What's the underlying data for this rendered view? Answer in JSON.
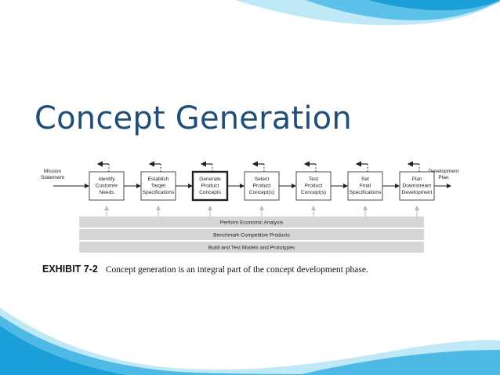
{
  "slide": {
    "title": "Concept Generation",
    "colors": {
      "title": "#1f4e79",
      "wave_dark": "#1a9fd8",
      "wave_light": "#bfe9f7"
    }
  },
  "diagram": {
    "start_label_lines": [
      "Mission",
      "Statement"
    ],
    "end_label_lines": [
      "Development",
      "Plan"
    ],
    "steps": [
      {
        "lines": [
          "Identify",
          "Customer",
          "Needs"
        ],
        "highlighted": false
      },
      {
        "lines": [
          "Establish",
          "Target",
          "Specifications"
        ],
        "highlighted": false
      },
      {
        "lines": [
          "Generate",
          "Product",
          "Concepts"
        ],
        "highlighted": true
      },
      {
        "lines": [
          "Select",
          "Product",
          "Concept(s)"
        ],
        "highlighted": false
      },
      {
        "lines": [
          "Test",
          "Product",
          "Concept(s)"
        ],
        "highlighted": false
      },
      {
        "lines": [
          "Set",
          "Final",
          "Specifications"
        ],
        "highlighted": false
      },
      {
        "lines": [
          "Plan",
          "Downstream",
          "Development"
        ],
        "highlighted": false
      }
    ],
    "bars": [
      "Perform Economic Analysis",
      "Benchmark Competitive Products",
      "Build and Test Models and Prototypes"
    ],
    "caption_label": "EXHIBIT 7-2",
    "caption_text": "Concept generation is an integral part of the concept development phase."
  }
}
